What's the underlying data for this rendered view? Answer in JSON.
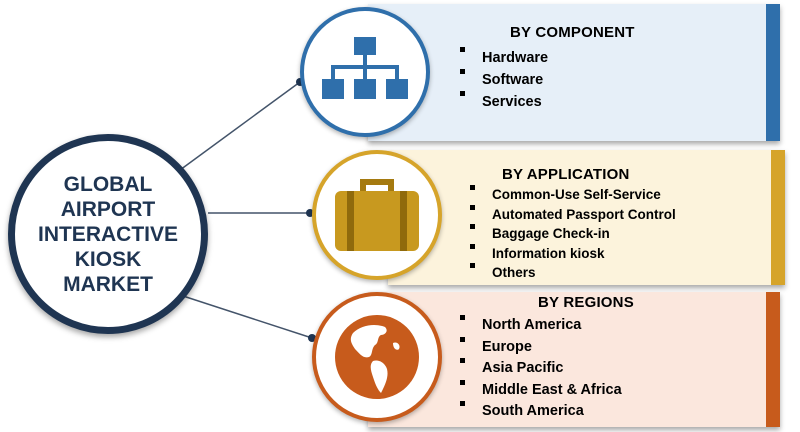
{
  "central": {
    "title": "GLOBAL AIRPORT INTERACTIVE KIOSK MARKET"
  },
  "segments": [
    {
      "title": "BY COMPONENT",
      "icon": "hierarchy-icon",
      "items": [
        "Hardware",
        "Software",
        "Services"
      ]
    },
    {
      "title": "BY APPLICATION",
      "icon": "briefcase-icon",
      "items": [
        "Common-Use Self-Service",
        "Automated Passport Control",
        "Baggage Check-in",
        "Information kiosk",
        "Others"
      ]
    },
    {
      "title": "BY REGIONS",
      "icon": "globe-icon",
      "items": [
        "North America",
        "Europe",
        "Asia Pacific",
        "Middle East & Africa",
        "South America"
      ]
    }
  ],
  "colors": {
    "central_border": "#1f3552",
    "component_accent": "#2f6fab",
    "component_panel": "#e6eff8",
    "application_accent": "#d6a42a",
    "application_panel": "#fcf3dc",
    "regions_accent": "#c75b1c",
    "regions_panel": "#fbe7dd"
  }
}
